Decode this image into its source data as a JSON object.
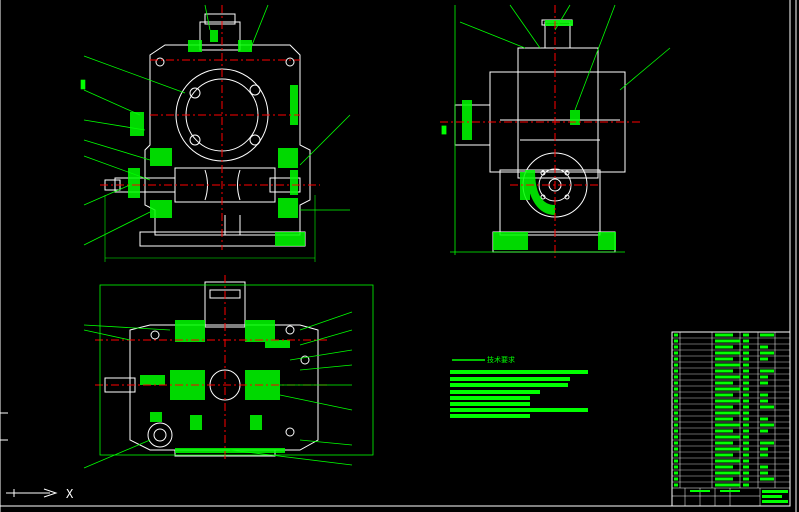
{
  "drawing": {
    "background": "#000000",
    "colors": {
      "outline": "#ffffff",
      "hatch": "#00ff00",
      "centerline": "#ff0000",
      "leader": "#00ff00",
      "frame": "#ffffff"
    },
    "views": [
      "front-section",
      "side-view",
      "top-section"
    ],
    "tech_requirements_title": "技术要求",
    "ucs_axis": "X"
  }
}
